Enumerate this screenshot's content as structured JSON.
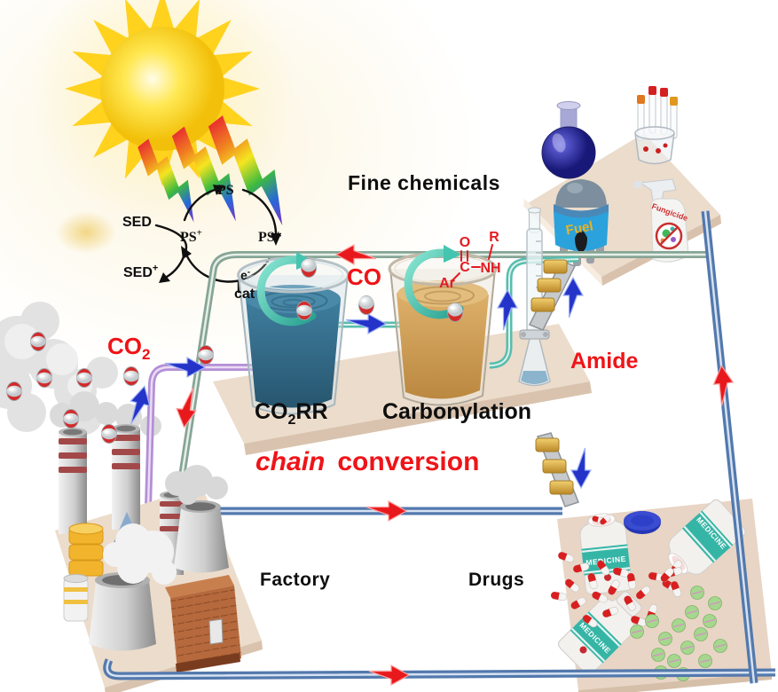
{
  "photocycle": {
    "ps": "PS",
    "ps_plus_base": "PS",
    "ps_plus_sup": "+",
    "ps_star": "PS*",
    "sed": "SED",
    "sed_plus_base": "SED",
    "sed_plus_sup": "+",
    "electron_base": "e",
    "electron_sup": "-",
    "cat": "cat"
  },
  "labels": {
    "fine_chemicals": "Fine chemicals",
    "co2_base": "CO",
    "co2_sub": "2",
    "co": "CO",
    "amide": "Amide",
    "co2rr_base": "CO",
    "co2rr_sub": "2",
    "co2rr_suffix": "RR",
    "carbonylation": "Carbonylation",
    "chain_word": "chain",
    "conversion_word": "conversion",
    "factory": "Factory",
    "drugs": "Drugs"
  },
  "amide_structure": {
    "o": "O",
    "r": "R",
    "c": "C",
    "nh": "NH",
    "ar": "Ar"
  },
  "products": {
    "fuel": "Fuel",
    "fungicide": "Fungicide",
    "medicine": "MEDICINE"
  },
  "colors": {
    "red_label": "#ee1418",
    "black_label": "#0e0e0e",
    "red_arrow": "#e8191c",
    "blue_arrow": "#2433c8",
    "teal_arrow": "#45c4b0",
    "platform_tan": "#ecdccb",
    "blue_liquid": "#3f7e9f",
    "amber_liquid": "#ddb06a",
    "purple_pipe": "#b48fd6",
    "green_pipe": "#86a596",
    "blue_pipe": "#5379ad",
    "medicine_teal": "#35b5a5",
    "fuel_blue": "#2ba2dc",
    "sun_yellow": "#ffd21e"
  }
}
